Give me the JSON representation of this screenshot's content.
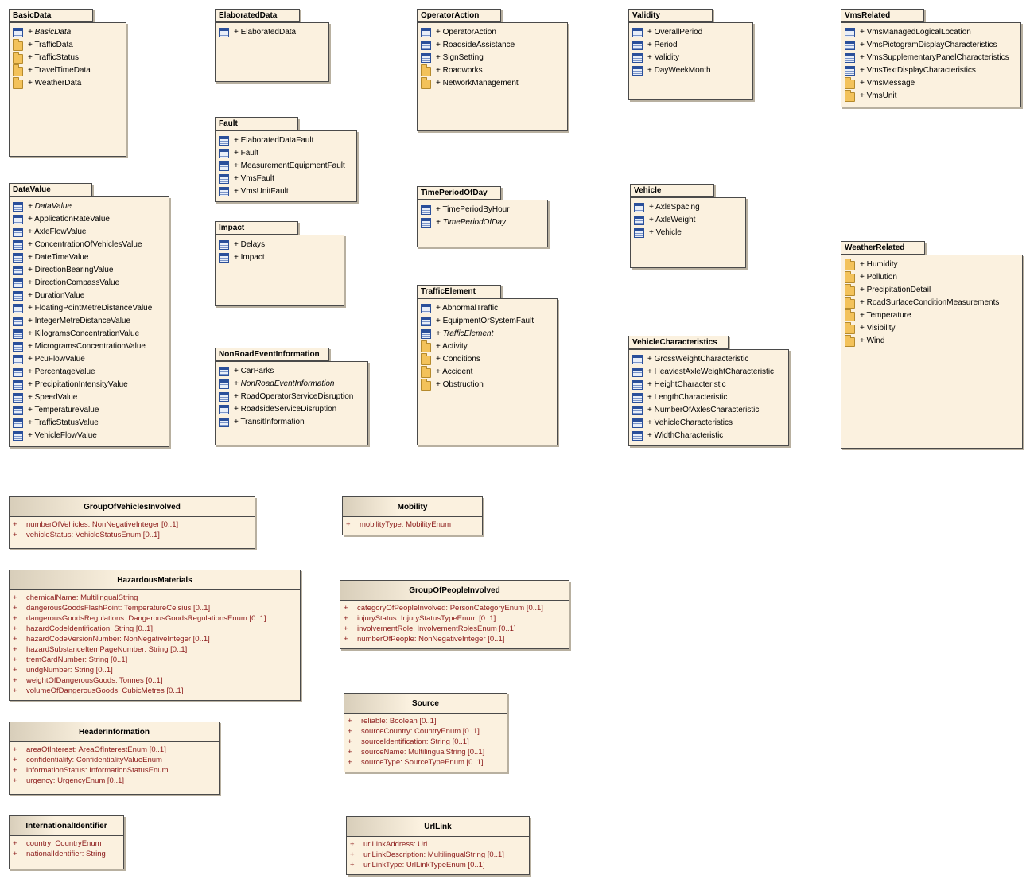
{
  "packages": [
    {
      "id": "basicdata",
      "name": "BasicData",
      "items": [
        {
          "icon": "class-icon",
          "label": "+ BasicData",
          "italic": true
        },
        {
          "icon": "folder-icon",
          "label": "+ TrafficData"
        },
        {
          "icon": "folder-icon",
          "label": "+ TrafficStatus"
        },
        {
          "icon": "folder-icon",
          "label": "+ TravelTimeData"
        },
        {
          "icon": "folder-icon",
          "label": "+ WeatherData"
        }
      ]
    },
    {
      "id": "elaborateddata",
      "name": "ElaboratedData",
      "items": [
        {
          "icon": "class-icon",
          "label": "+ ElaboratedData"
        }
      ]
    },
    {
      "id": "operatoraction",
      "name": "OperatorAction",
      "items": [
        {
          "icon": "class-icon",
          "label": "+ OperatorAction"
        },
        {
          "icon": "class-icon",
          "label": "+ RoadsideAssistance"
        },
        {
          "icon": "class-icon",
          "label": "+ SignSetting"
        },
        {
          "icon": "folder-icon",
          "label": "+ Roadworks"
        },
        {
          "icon": "folder-icon",
          "label": "+ NetworkManagement"
        }
      ]
    },
    {
      "id": "validity",
      "name": "Validity",
      "items": [
        {
          "icon": "class-icon",
          "label": "+ OverallPeriod"
        },
        {
          "icon": "class-icon",
          "label": "+ Period"
        },
        {
          "icon": "class-icon",
          "label": "+ Validity"
        },
        {
          "icon": "class-icon",
          "label": "+ DayWeekMonth"
        }
      ]
    },
    {
      "id": "vmsrelated",
      "name": "VmsRelated",
      "items": [
        {
          "icon": "class-icon",
          "label": "+ VmsManagedLogicalLocation"
        },
        {
          "icon": "class-icon",
          "label": "+ VmsPictogramDisplayCharacteristics"
        },
        {
          "icon": "class-icon",
          "label": "+ VmsSupplementaryPanelCharacteristics"
        },
        {
          "icon": "class-icon",
          "label": "+ VmsTextDisplayCharacteristics"
        },
        {
          "icon": "folder-icon",
          "label": "+ VmsMessage"
        },
        {
          "icon": "folder-icon",
          "label": "+ VmsUnit"
        }
      ]
    },
    {
      "id": "fault",
      "name": "Fault",
      "items": [
        {
          "icon": "class-icon",
          "label": "+ ElaboratedDataFault"
        },
        {
          "icon": "class-icon",
          "label": "+ Fault"
        },
        {
          "icon": "class-icon",
          "label": "+ MeasurementEquipmentFault"
        },
        {
          "icon": "class-icon",
          "label": "+ VmsFault"
        },
        {
          "icon": "class-icon",
          "label": "+ VmsUnitFault"
        }
      ]
    },
    {
      "id": "datavalue",
      "name": "DataValue",
      "items": [
        {
          "icon": "class-icon",
          "label": "+ DataValue",
          "italic": true
        },
        {
          "icon": "class-icon",
          "label": "+ ApplicationRateValue"
        },
        {
          "icon": "class-icon",
          "label": "+ AxleFlowValue"
        },
        {
          "icon": "class-icon",
          "label": "+ ConcentrationOfVehiclesValue"
        },
        {
          "icon": "class-icon",
          "label": "+ DateTimeValue"
        },
        {
          "icon": "class-icon",
          "label": "+ DirectionBearingValue"
        },
        {
          "icon": "class-icon",
          "label": "+ DirectionCompassValue"
        },
        {
          "icon": "class-icon",
          "label": "+ DurationValue"
        },
        {
          "icon": "class-icon",
          "label": "+ FloatingPointMetreDistanceValue"
        },
        {
          "icon": "class-icon",
          "label": "+ IntegerMetreDistanceValue"
        },
        {
          "icon": "class-icon",
          "label": "+ KilogramsConcentrationValue"
        },
        {
          "icon": "class-icon",
          "label": "+ MicrogramsConcentrationValue"
        },
        {
          "icon": "class-icon",
          "label": "+ PcuFlowValue"
        },
        {
          "icon": "class-icon",
          "label": "+ PercentageValue"
        },
        {
          "icon": "class-icon",
          "label": "+ PrecipitationIntensityValue"
        },
        {
          "icon": "class-icon",
          "label": "+ SpeedValue"
        },
        {
          "icon": "class-icon",
          "label": "+ TemperatureValue"
        },
        {
          "icon": "class-icon",
          "label": "+ TrafficStatusValue"
        },
        {
          "icon": "class-icon",
          "label": "+ VehicleFlowValue"
        }
      ]
    },
    {
      "id": "timeperiodofday",
      "name": "TimePeriodOfDay",
      "items": [
        {
          "icon": "class-icon",
          "label": "+ TimePeriodByHour"
        },
        {
          "icon": "class-icon",
          "label": "+ TimePeriodOfDay",
          "italic": true
        }
      ]
    },
    {
      "id": "vehicle",
      "name": "Vehicle",
      "items": [
        {
          "icon": "class-icon",
          "label": "+ AxleSpacing"
        },
        {
          "icon": "class-icon",
          "label": "+ AxleWeight"
        },
        {
          "icon": "class-icon",
          "label": "+ Vehicle"
        }
      ]
    },
    {
      "id": "impact",
      "name": "Impact",
      "items": [
        {
          "icon": "class-icon",
          "label": "+ Delays"
        },
        {
          "icon": "class-icon",
          "label": "+ Impact"
        }
      ]
    },
    {
      "id": "weatherrelated",
      "name": "WeatherRelated",
      "items": [
        {
          "icon": "folder-icon",
          "label": "+ Humidity"
        },
        {
          "icon": "folder-icon",
          "label": "+ Pollution"
        },
        {
          "icon": "folder-icon",
          "label": "+ PrecipitationDetail"
        },
        {
          "icon": "folder-icon",
          "label": "+ RoadSurfaceConditionMeasurements"
        },
        {
          "icon": "folder-icon",
          "label": "+ Temperature"
        },
        {
          "icon": "folder-icon",
          "label": "+ Visibility"
        },
        {
          "icon": "folder-icon",
          "label": "+ Wind"
        }
      ]
    },
    {
      "id": "trafficelement",
      "name": "TrafficElement",
      "items": [
        {
          "icon": "class-icon",
          "label": "+ AbnormalTraffic"
        },
        {
          "icon": "class-icon",
          "label": "+ EquipmentOrSystemFault"
        },
        {
          "icon": "class-icon",
          "label": "+ TrafficElement",
          "italic": true
        },
        {
          "icon": "folder-icon",
          "label": "+ Activity"
        },
        {
          "icon": "folder-icon",
          "label": "+ Conditions"
        },
        {
          "icon": "folder-icon",
          "label": "+ Accident"
        },
        {
          "icon": "folder-icon",
          "label": "+ Obstruction"
        }
      ]
    },
    {
      "id": "vehiclecharacteristics",
      "name": "VehicleCharacteristics",
      "items": [
        {
          "icon": "class-icon",
          "label": "+ GrossWeightCharacteristic"
        },
        {
          "icon": "class-icon",
          "label": "+ HeaviestAxleWeightCharacteristic"
        },
        {
          "icon": "class-icon",
          "label": "+ HeightCharacteristic"
        },
        {
          "icon": "class-icon",
          "label": "+ LengthCharacteristic"
        },
        {
          "icon": "class-icon",
          "label": "+ NumberOfAxlesCharacteristic"
        },
        {
          "icon": "class-icon",
          "label": "+ VehicleCharacteristics"
        },
        {
          "icon": "class-icon",
          "label": "+ WidthCharacteristic"
        }
      ]
    },
    {
      "id": "nonroadeventinformation",
      "name": "NonRoadEventInformation",
      "items": [
        {
          "icon": "class-icon",
          "label": "+ CarParks"
        },
        {
          "icon": "class-icon",
          "label": "+ NonRoadEventInformation",
          "italic": true
        },
        {
          "icon": "class-icon",
          "label": "+ RoadOperatorServiceDisruption"
        },
        {
          "icon": "class-icon",
          "label": "+ RoadsideServiceDisruption"
        },
        {
          "icon": "class-icon",
          "label": "+ TransitInformation"
        }
      ]
    }
  ],
  "classes": [
    {
      "id": "groupofvehiclesinvolved",
      "name": "GroupOfVehiclesInvolved",
      "attrs": [
        "numberOfVehicles:  NonNegativeInteger [0..1]",
        "vehicleStatus:  VehicleStatusEnum [0..1]"
      ]
    },
    {
      "id": "mobility",
      "name": "Mobility",
      "attrs": [
        "mobilityType:  MobilityEnum"
      ]
    },
    {
      "id": "hazardousmaterials",
      "name": "HazardousMaterials",
      "attrs": [
        "chemicalName:  MultilingualString",
        "dangerousGoodsFlashPoint:  TemperatureCelsius [0..1]",
        "dangerousGoodsRegulations:  DangerousGoodsRegulationsEnum [0..1]",
        "hazardCodeIdentification:  String [0..1]",
        "hazardCodeVersionNumber:  NonNegativeInteger [0..1]",
        "hazardSubstanceItemPageNumber:  String [0..1]",
        "tremCardNumber:  String [0..1]",
        "undgNumber:  String [0..1]",
        "weightOfDangerousGoods:  Tonnes [0..1]",
        "volumeOfDangerousGoods:  CubicMetres [0..1]"
      ]
    },
    {
      "id": "groupofpeopleinvolved",
      "name": "GroupOfPeopleInvolved",
      "attrs": [
        "categoryOfPeopleInvolved:  PersonCategoryEnum [0..1]",
        "injuryStatus:  InjuryStatusTypeEnum [0..1]",
        "involvementRole:  InvolvementRolesEnum [0..1]",
        "numberOfPeople:  NonNegativeInteger [0..1]"
      ]
    },
    {
      "id": "source",
      "name": "Source",
      "attrs": [
        "reliable:  Boolean [0..1]",
        "sourceCountry:  CountryEnum [0..1]",
        "sourceIdentification:  String [0..1]",
        "sourceName:  MultilingualString [0..1]",
        "sourceType:  SourceTypeEnum [0..1]"
      ]
    },
    {
      "id": "headerinformation",
      "name": "HeaderInformation",
      "attrs": [
        "areaOfInterest:  AreaOfInterestEnum [0..1]",
        "confidentiality:  ConfidentialityValueEnum",
        "informationStatus:  InformationStatusEnum",
        "urgency:  UrgencyEnum [0..1]"
      ]
    },
    {
      "id": "internationalidentifier",
      "name": "InternationalIdentifier",
      "attrs": [
        "country:  CountryEnum",
        "nationalIdentifier:  String"
      ]
    },
    {
      "id": "urllink",
      "name": "UrlLink",
      "attrs": [
        "urlLinkAddress:  Url",
        "urlLinkDescription:  MultilingualString [0..1]",
        "urlLinkType:  UrlLinkTypeEnum [0..1]"
      ]
    }
  ]
}
